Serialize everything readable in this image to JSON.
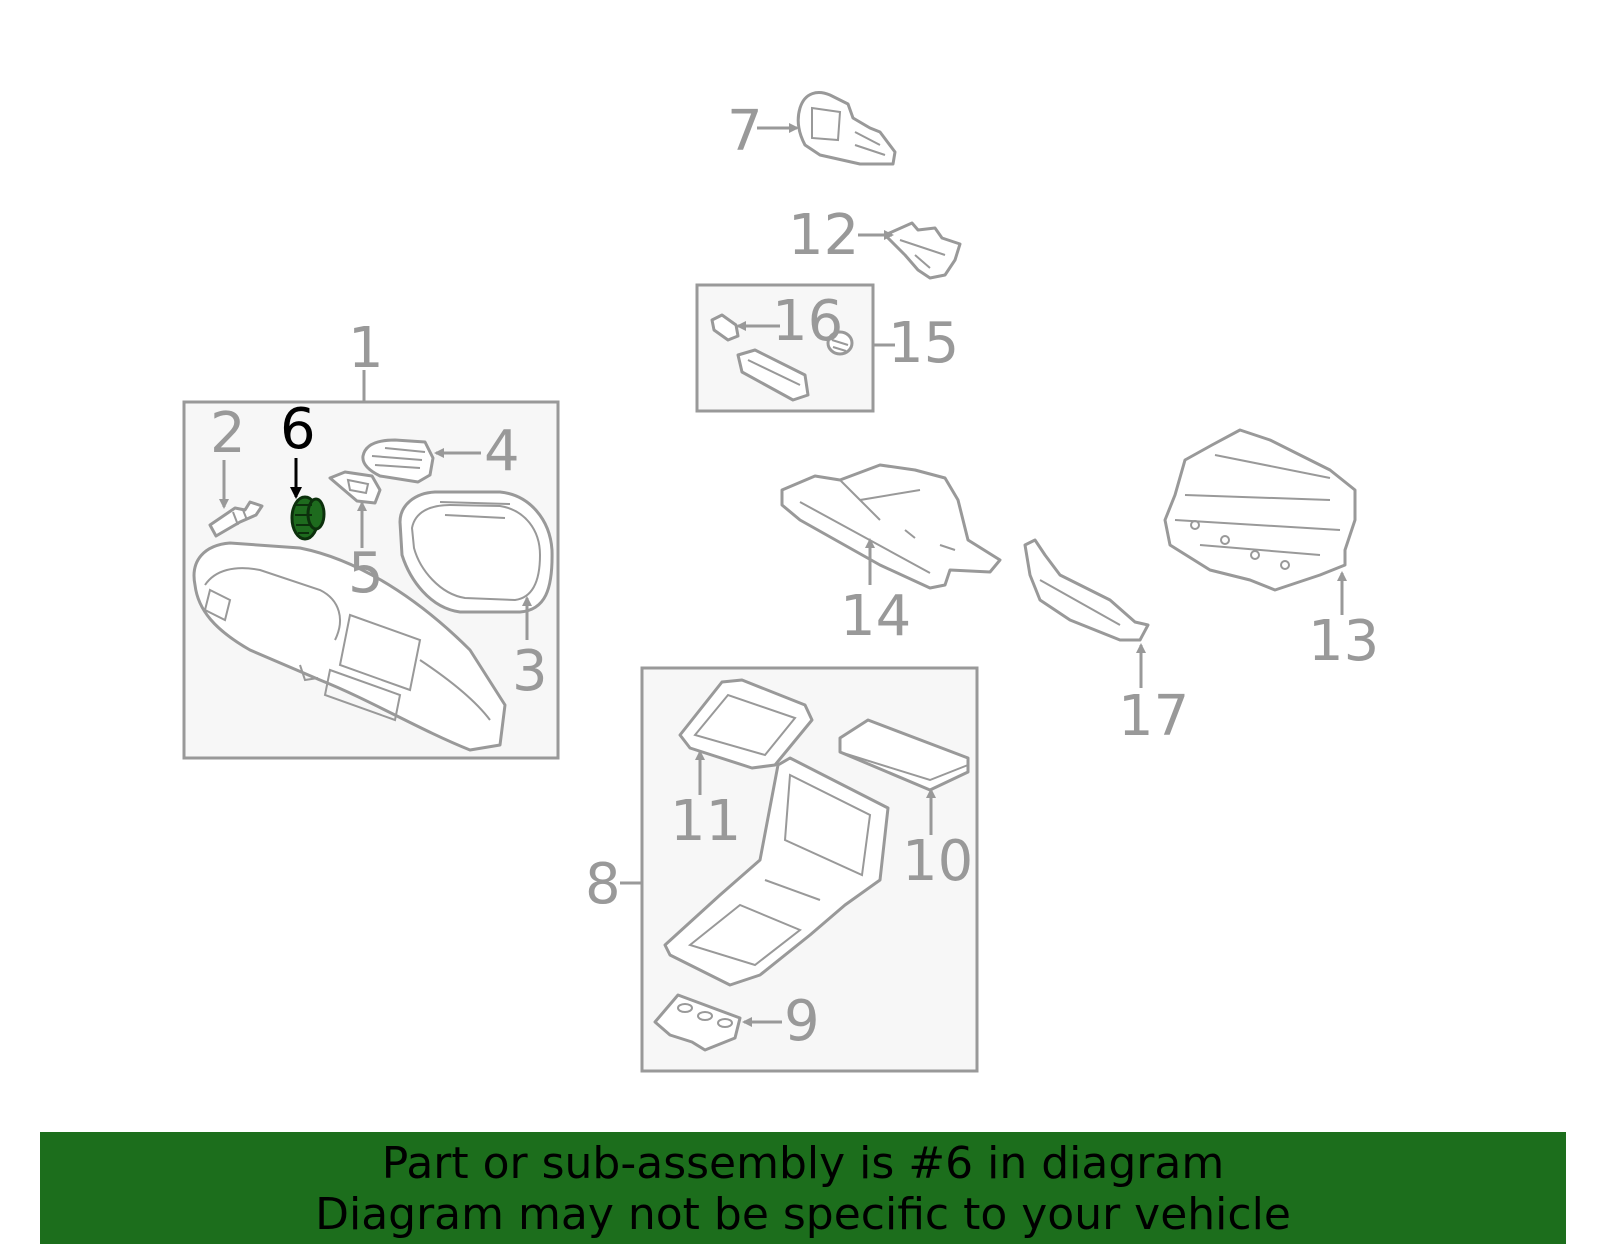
{
  "diagram": {
    "highlighted_part": "6",
    "callouts": [
      "1",
      "2",
      "3",
      "4",
      "5",
      "6",
      "7",
      "8",
      "9",
      "10",
      "11",
      "12",
      "13",
      "14",
      "15",
      "16",
      "17"
    ]
  },
  "banner": {
    "line1": "Part or sub-assembly is #6 in diagram",
    "line2": "Diagram may not be specific to your vehicle"
  },
  "colors": {
    "line_art": "#999999",
    "highlight_part": "#1e6b1e",
    "banner_background": "#1c6e1c",
    "banner_text": "#000000"
  }
}
